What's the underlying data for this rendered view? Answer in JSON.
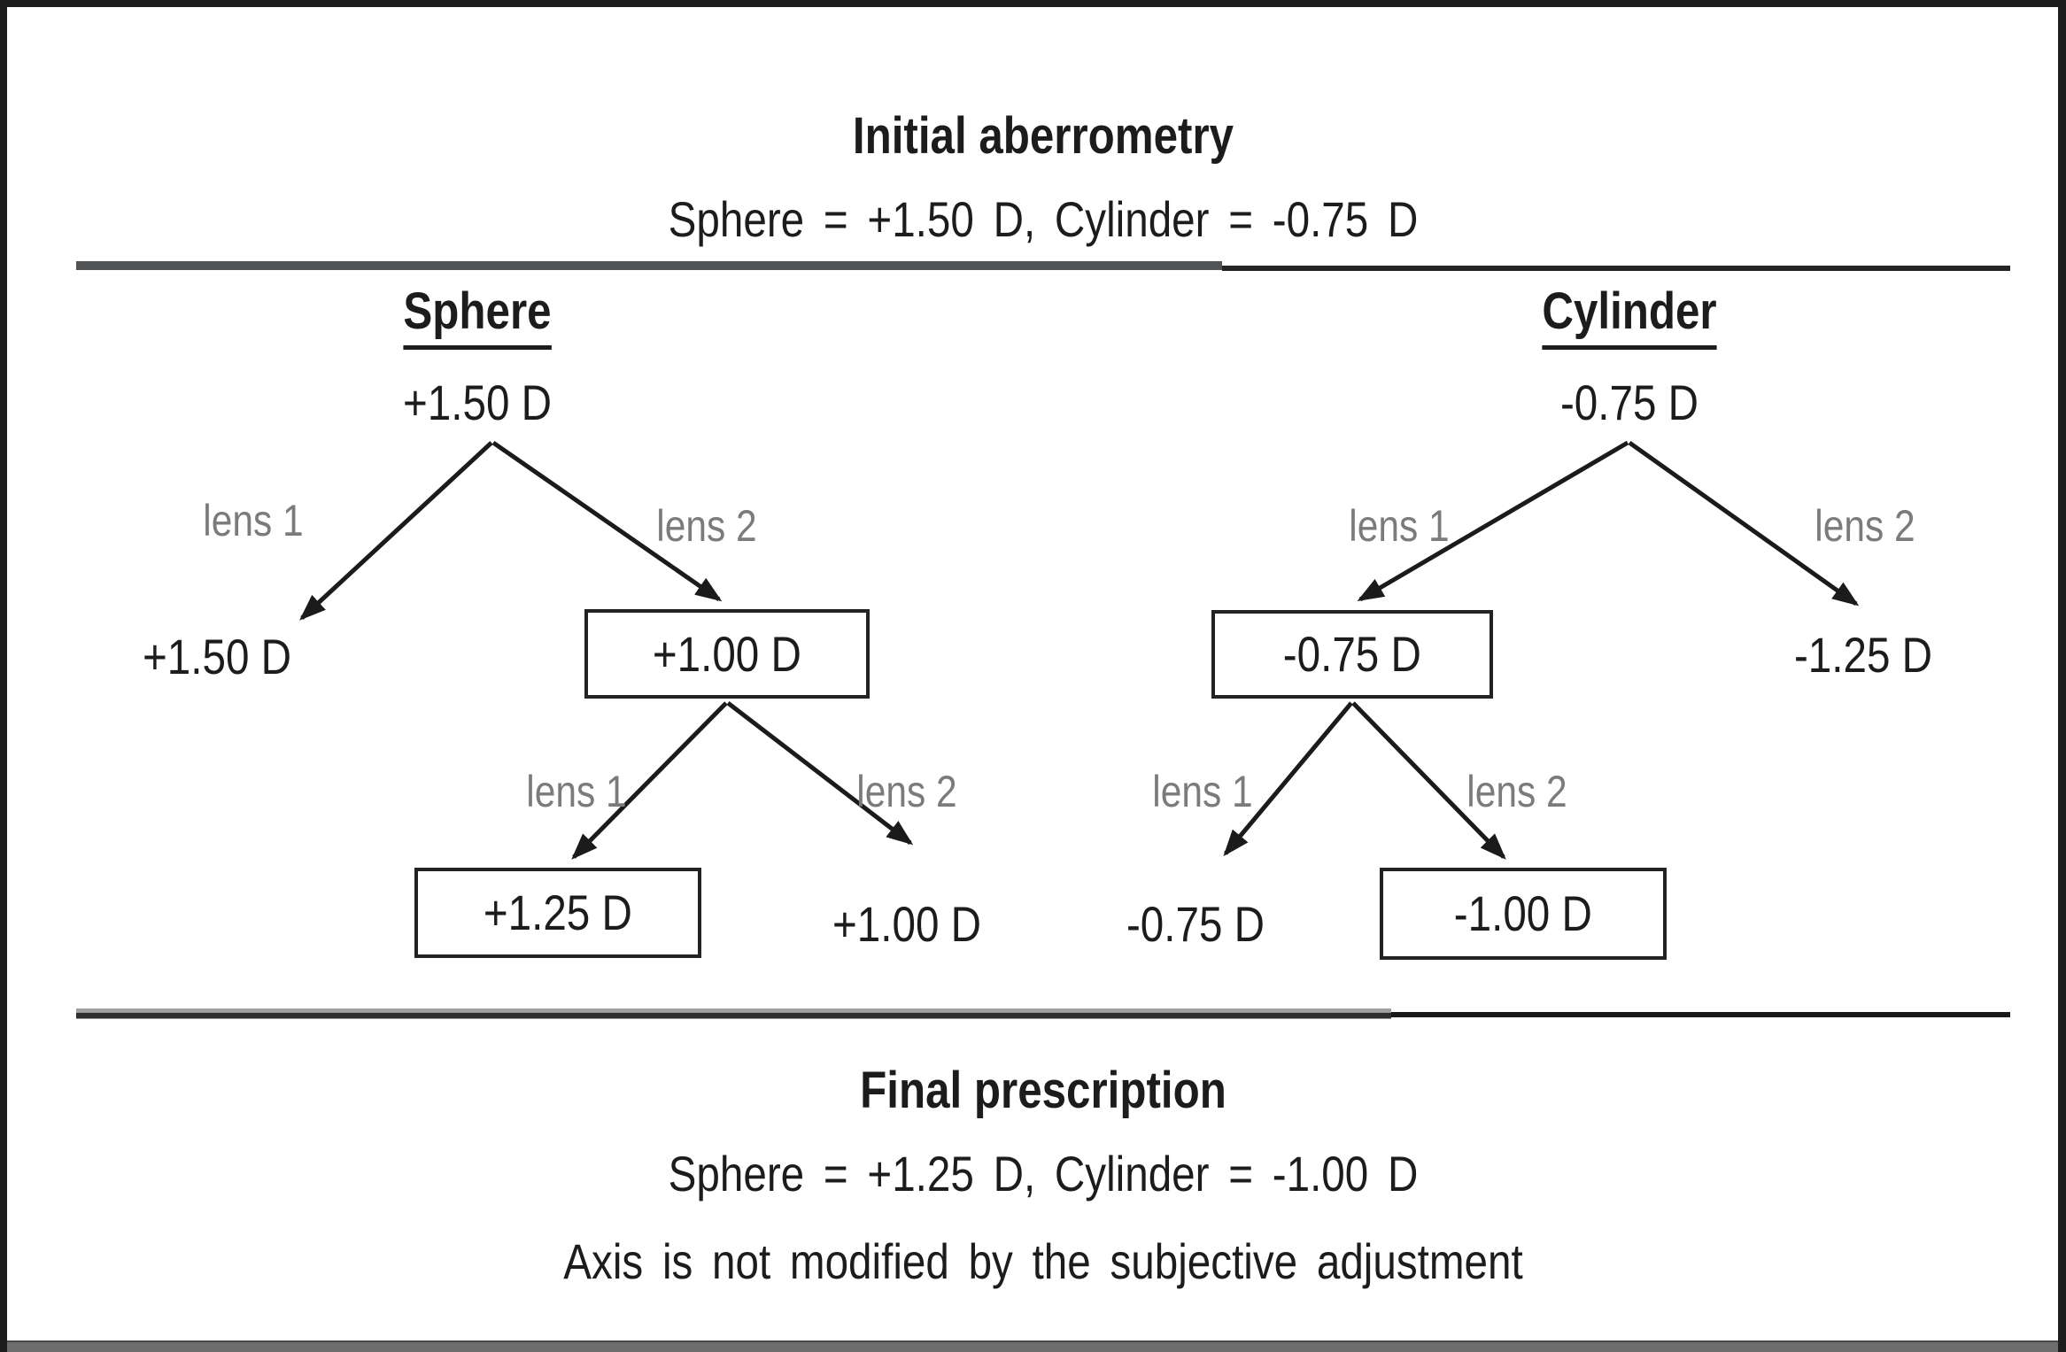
{
  "header": {
    "title": "Initial aberrometry",
    "subtitle": "Sphere = +1.50 D, Cylinder = -0.75 D"
  },
  "trees": [
    {
      "name": "Sphere",
      "root_value": "+1.50 D",
      "level1": {
        "left_label": "lens 1",
        "right_label": "lens 2",
        "left_value": "+1.50 D",
        "right_value": "+1.00 D"
      },
      "level2": {
        "left_label": "lens 1",
        "right_label": "lens 2",
        "left_value": "+1.25 D",
        "right_value": "+1.00 D"
      }
    },
    {
      "name": "Cylinder",
      "root_value": "-0.75 D",
      "level1": {
        "left_label": "lens 1",
        "right_label": "lens 2",
        "left_value": "-0.75 D",
        "right_value": "-1.25 D"
      },
      "level2": {
        "left_label": "lens 1",
        "right_label": "lens 2",
        "left_value": "-0.75 D",
        "right_value": "-1.00 D"
      }
    }
  ],
  "footer": {
    "title": "Final prescription",
    "result": "Sphere = +1.25 D, Cylinder = -1.00 D",
    "note": "Axis is not modified by the subjective adjustment"
  },
  "colors": {
    "ink": "#1c1c1c",
    "label_gray": "#7b7b7b",
    "bottom_bar": "#6d6d6d"
  }
}
